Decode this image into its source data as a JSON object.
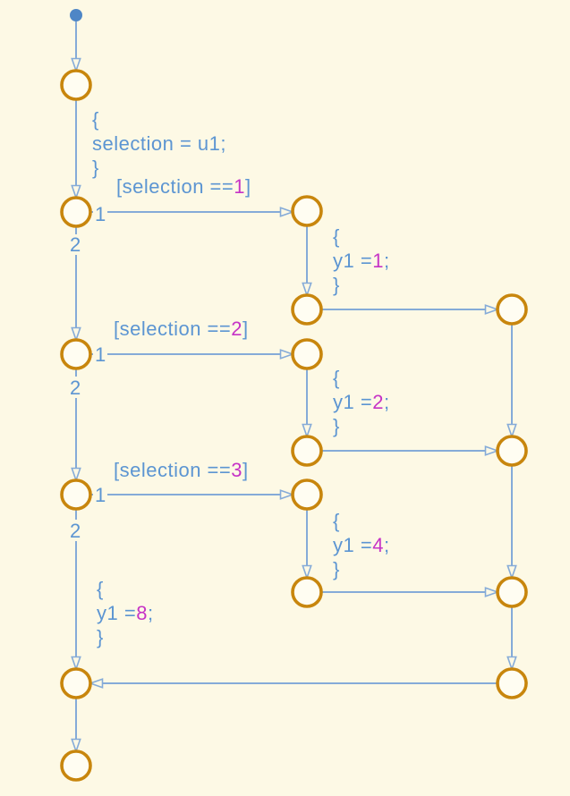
{
  "colors": {
    "background": "#FDF9E5",
    "junction": "#C8860D",
    "junction_fill": "#FFFDF2",
    "line": "#85ABD8",
    "text": "#5C95D2",
    "value": "#C633C6",
    "dot": "#4E86C6"
  },
  "init_transition": {
    "action_open": "{",
    "action_code": "selection = u1;",
    "action_close": "}"
  },
  "decisions": [
    {
      "condition_pre": "[selection ==",
      "condition_value": "1",
      "condition_post": "]",
      "branch_label_1": "1",
      "branch_label_2": "2",
      "action_open": "{",
      "action_pre": "y1 =",
      "action_value": "1",
      "action_post": ";",
      "action_close": "}"
    },
    {
      "condition_pre": "[selection ==",
      "condition_value": "2",
      "condition_post": "]",
      "branch_label_1": "1",
      "branch_label_2": "2",
      "action_open": "{",
      "action_pre": "y1 =",
      "action_value": "2",
      "action_post": ";",
      "action_close": "}"
    },
    {
      "condition_pre": "[selection ==",
      "condition_value": "3",
      "condition_post": "]",
      "branch_label_1": "1",
      "branch_label_2": "2",
      "action_open": "{",
      "action_pre": "y1 =",
      "action_value": "4",
      "action_post": ";",
      "action_close": "}"
    }
  ],
  "else_transition": {
    "action_open": "{",
    "action_pre": "y1 =",
    "action_value": "8",
    "action_post": ";",
    "action_close": "}"
  }
}
